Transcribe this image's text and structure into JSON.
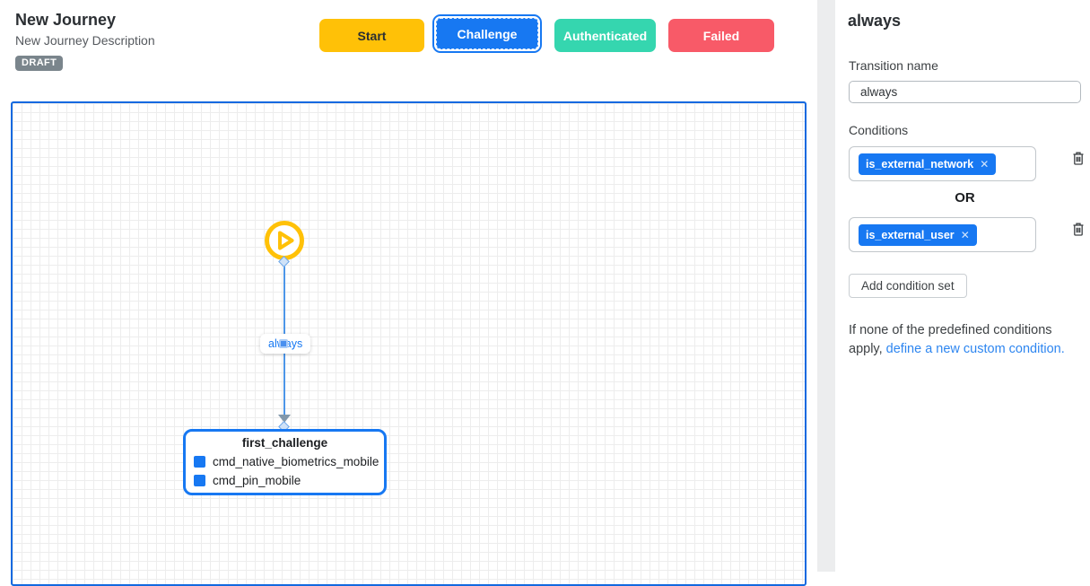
{
  "header": {
    "title": "New Journey",
    "subtitle": "New Journey Description",
    "status_badge": "DRAFT",
    "buttons": [
      {
        "label": "Start",
        "color": "#ffc107"
      },
      {
        "label": "Challenge",
        "color": "#1778f2",
        "selected": true
      },
      {
        "label": "Authenticated",
        "color": "#35d6af"
      },
      {
        "label": "Failed",
        "color": "#f85a68"
      }
    ]
  },
  "canvas": {
    "start_node": {
      "icon": "play-circle-icon",
      "color": "#ffc107"
    },
    "edge": {
      "label": "always",
      "color": "#4d96e8"
    },
    "node": {
      "title": "first_challenge",
      "items": [
        "cmd_native_biometrics_mobile",
        "cmd_pin_mobile"
      ],
      "border_color": "#1778f2"
    }
  },
  "sidebar": {
    "title": "always",
    "transition_name": {
      "label": "Transition name",
      "value": "always"
    },
    "conditions": {
      "label": "Conditions",
      "sets": [
        {
          "chips": [
            "is_external_network"
          ]
        },
        {
          "chips": [
            "is_external_user"
          ]
        }
      ],
      "or_label": "OR",
      "add_button": "Add condition set"
    },
    "footer": {
      "text_before": "If none of the predefined conditions apply, ",
      "link_text": "define a new custom condition."
    }
  },
  "icons": {
    "chip_close": "✕"
  },
  "colors": {
    "accent_blue": "#1778f2",
    "start_yellow": "#ffc107",
    "authenticated_teal": "#35d6af",
    "failed_red": "#f85a68",
    "draft_gray": "#7a858c",
    "edge_blue": "#4d96e8"
  }
}
